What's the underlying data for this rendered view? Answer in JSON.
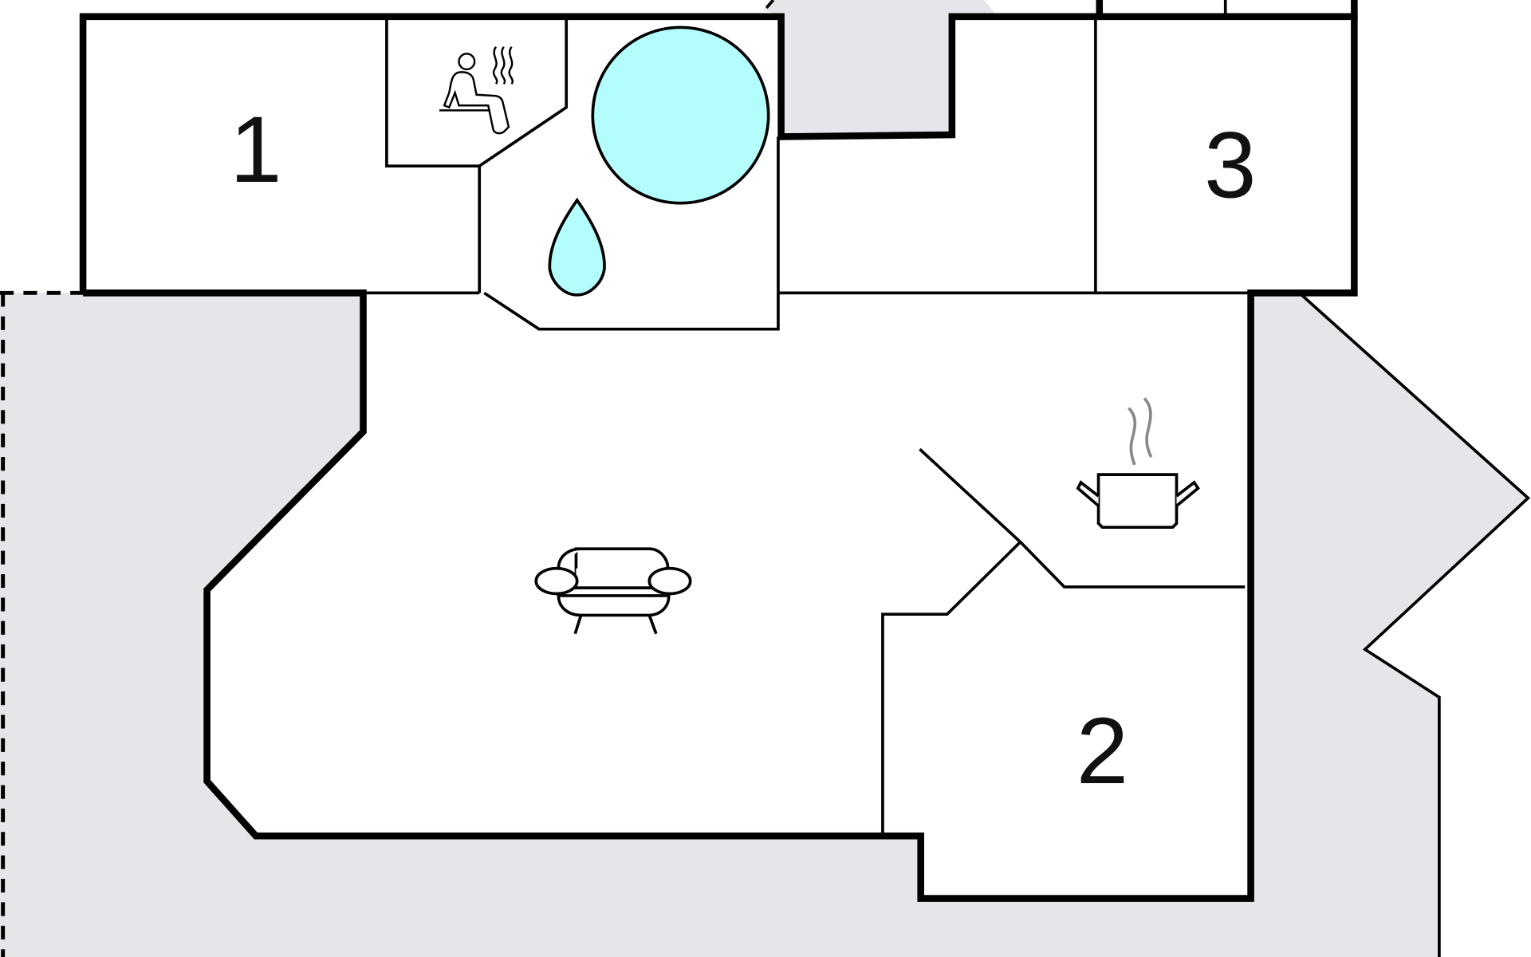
{
  "plan": {
    "rooms": [
      {
        "label": "1"
      },
      {
        "label": "2"
      },
      {
        "label": "3"
      }
    ],
    "icons": [
      "sauna-icon",
      "hot-tub-icon",
      "water-drop-icon",
      "sofa-icon",
      "cooking-pot-icon"
    ],
    "colors": {
      "outside": "#e6e6ea",
      "water": "#b3fdfd",
      "wall": "#000000"
    }
  }
}
